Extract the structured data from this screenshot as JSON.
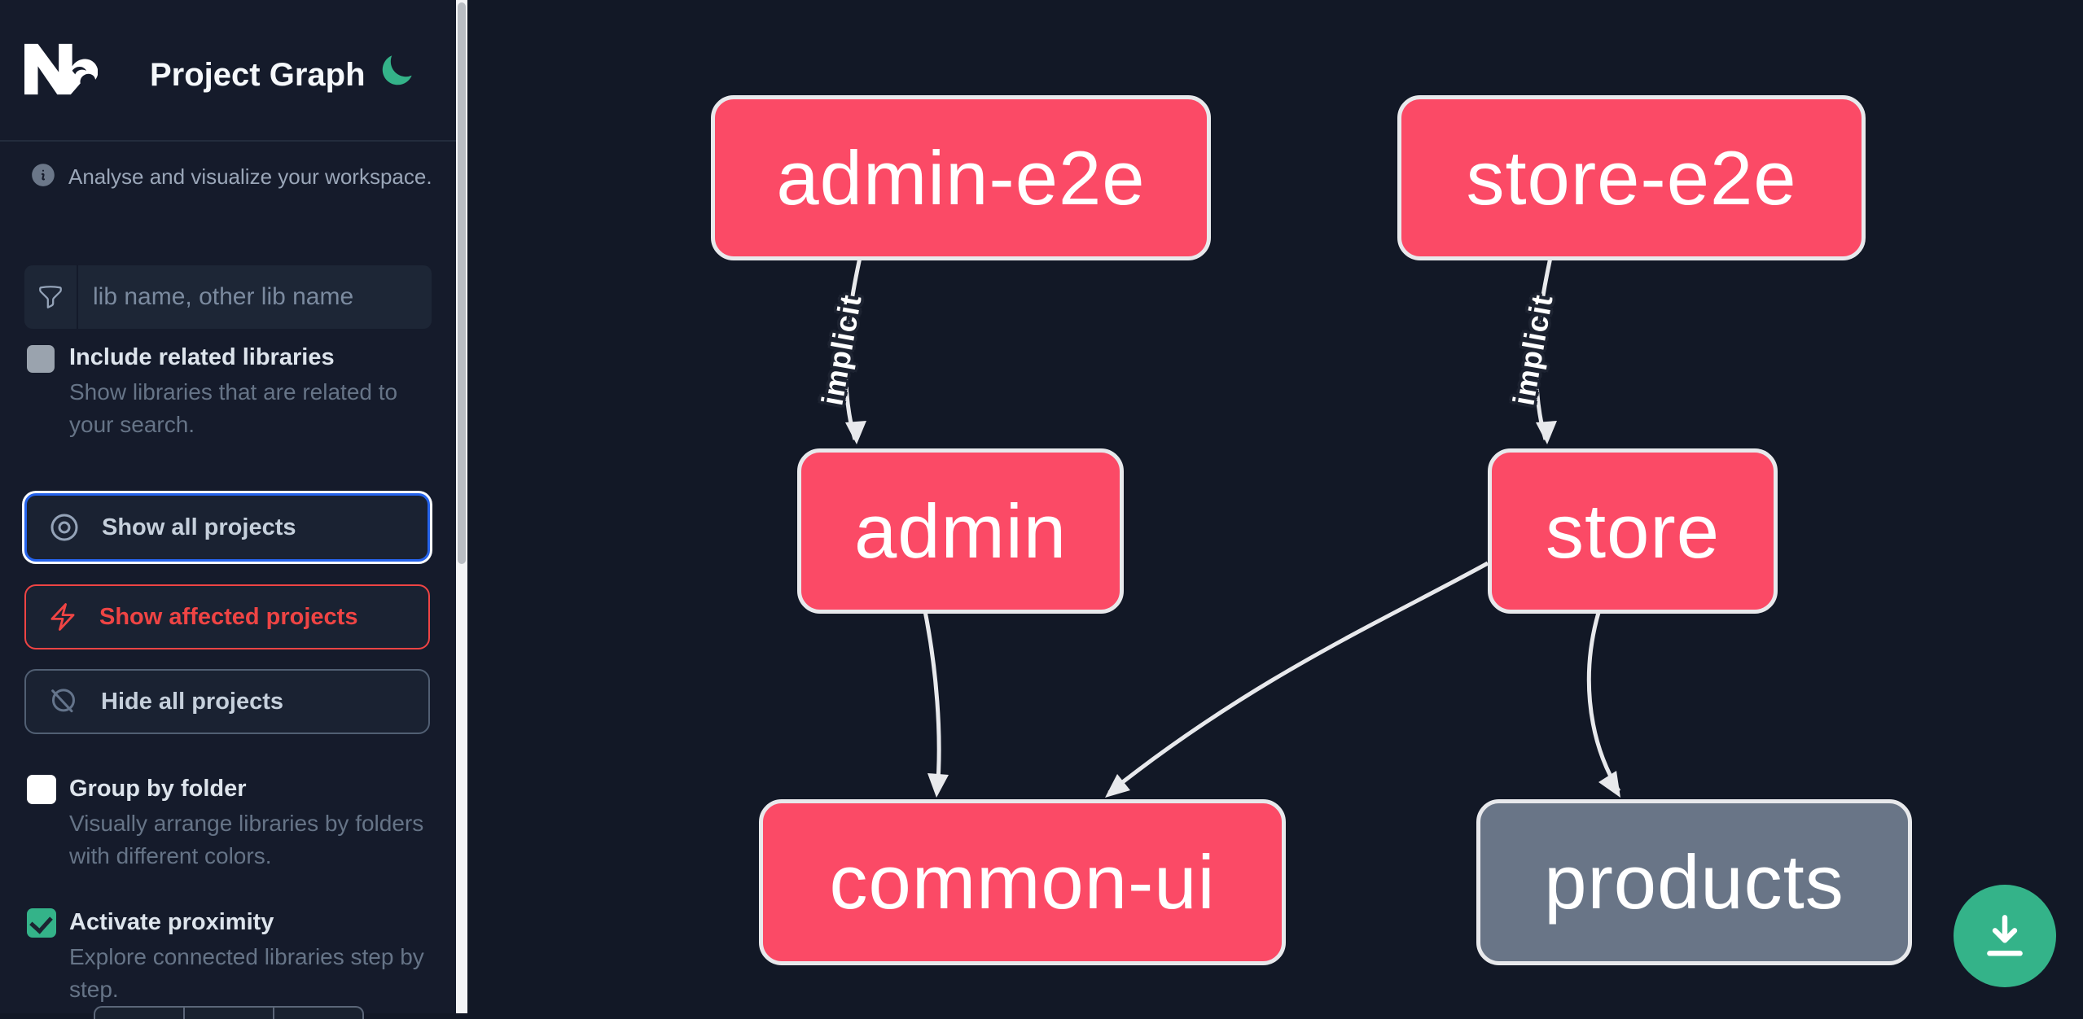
{
  "header": {
    "app_title": "Project Graph",
    "theme_icon": "moon-icon"
  },
  "sidebar": {
    "tagline": "Analyse and visualize your workspace.",
    "search": {
      "placeholder": "lib name, other lib name",
      "value": "",
      "icon": "funnel-icon"
    },
    "toggles": [
      {
        "label": "Include related libraries",
        "description": "Show libraries that are related to your search.",
        "checked": false,
        "disabled": true
      },
      {
        "label": "Group by folder",
        "description": "Visually arrange libraries by folders with different colors.",
        "checked": false
      },
      {
        "label": "Activate proximity",
        "description": "Explore connected libraries step by step.",
        "checked": true
      }
    ],
    "buttons": [
      {
        "label": "Show all projects",
        "icon": "eye-icon",
        "focused": true
      },
      {
        "label": "Show affected projects",
        "icon": "bolt-icon",
        "affected": true
      },
      {
        "label": "Hide all projects",
        "icon": "eye-off-icon"
      }
    ]
  },
  "graph": {
    "nodes": [
      {
        "id": "admin-e2e",
        "label": "admin-e2e",
        "state": "affected"
      },
      {
        "id": "store-e2e",
        "label": "store-e2e",
        "state": "affected"
      },
      {
        "id": "admin",
        "label": "admin",
        "state": "affected"
      },
      {
        "id": "store",
        "label": "store",
        "state": "affected"
      },
      {
        "id": "common-ui",
        "label": "common-ui",
        "state": "affected"
      },
      {
        "id": "products",
        "label": "products",
        "state": "default"
      }
    ],
    "edges": [
      {
        "from": "admin-e2e",
        "to": "admin",
        "label": "implicit"
      },
      {
        "from": "store-e2e",
        "to": "store",
        "label": "implicit"
      },
      {
        "from": "admin",
        "to": "common-ui"
      },
      {
        "from": "store",
        "to": "common-ui"
      },
      {
        "from": "store",
        "to": "products"
      }
    ]
  },
  "fab": {
    "icon": "download-icon"
  },
  "colors": {
    "accent_green": "#34b389",
    "node_affected_pink": "#fb4a66",
    "node_default_gray": "#697587",
    "focus_blue": "#2563eb",
    "affected_red": "#ef4444",
    "edge_gray": "#e8e9ec",
    "background": "#121826"
  }
}
